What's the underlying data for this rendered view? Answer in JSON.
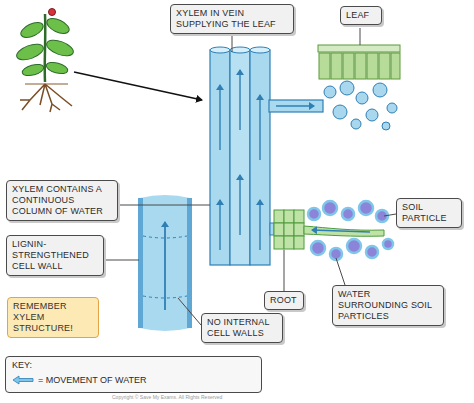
{
  "diagram": {
    "nodes": [
      {
        "text": [
          "XYLEM IN VEIN SUPPLYING THE LEAF"
        ]
      },
      {
        "text": [
          "LEAF"
        ]
      },
      {
        "text": [
          "XYLEM CONTAINS A CONTINUOUS COLUMN OF WATER"
        ]
      },
      {
        "text": [
          "LIGNIN-STRENGTHENED CELL WALL"
        ]
      },
      {
        "text": [
          "SOIL PARTICLE"
        ]
      },
      {
        "text": [
          "REMEMBER XYLEM STRUCTURE!"
        ]
      },
      {
        "text": [
          "ROOT"
        ]
      },
      {
        "text": [
          "WATER SURROUNDING SOIL PARTICLES"
        ]
      },
      {
        "text": [
          "NO INTERNAL CELL WALLS"
        ]
      }
    ],
    "labels": [
      "KEY:",
      "Copyright © Save My Exams. All Rights Reserved"
    ],
    "legend": [
      {
        "text": "= MOVEMENT OF WATER"
      }
    ]
  }
}
